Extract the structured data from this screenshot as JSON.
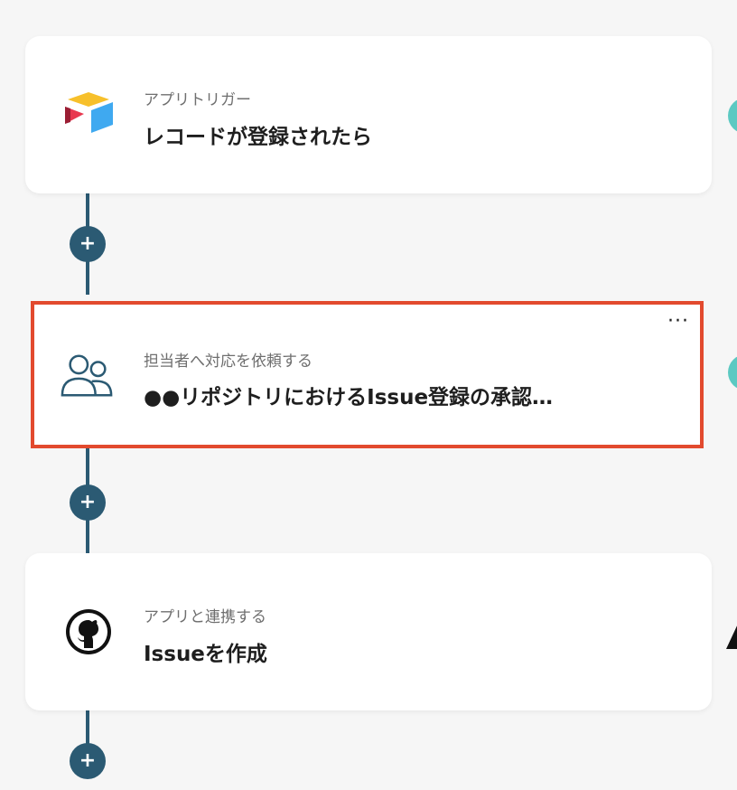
{
  "steps": [
    {
      "subtitle": "アプリトリガー",
      "title": "レコードが登録されたら",
      "icon": "airtable-logo-icon"
    },
    {
      "subtitle": "担当者へ対応を依頼する",
      "title": "●●リポジトリにおけるIssue登録の承認…",
      "icon": "users-icon",
      "selected": true,
      "more_label": "···"
    },
    {
      "subtitle": "アプリと連携する",
      "title": "Issueを作成",
      "icon": "github-logo-icon"
    }
  ],
  "add_step_label": "+",
  "colors": {
    "connector": "#2b5a73",
    "selection": "#e24a2e",
    "accent_teal": "#5cc9c2"
  }
}
